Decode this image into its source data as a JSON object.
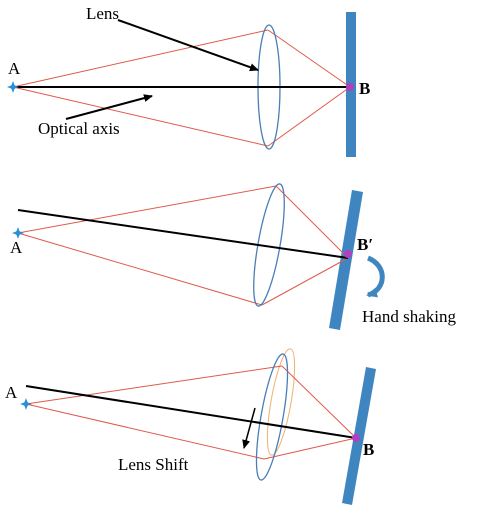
{
  "panels": [
    {
      "labels": {
        "lens": "Lens",
        "source": "A",
        "image": "B",
        "axis": "Optical axis"
      }
    },
    {
      "labels": {
        "source": "A",
        "image": "B′",
        "motion": "Hand shaking"
      }
    },
    {
      "labels": {
        "source": "A",
        "image": "B",
        "shift": "Lens Shift"
      }
    }
  ],
  "colors": {
    "ray": "#e05a4a",
    "axis": "#000000",
    "lens": "#4a7fb5",
    "lens_prev": "#f0b070",
    "sensor": "#3f86c0",
    "source": "#2c8fd6",
    "image_point": "#b040c0"
  },
  "icons": {
    "source": "star-icon",
    "image": "point-icon",
    "motion": "curved-arrow-icon"
  }
}
